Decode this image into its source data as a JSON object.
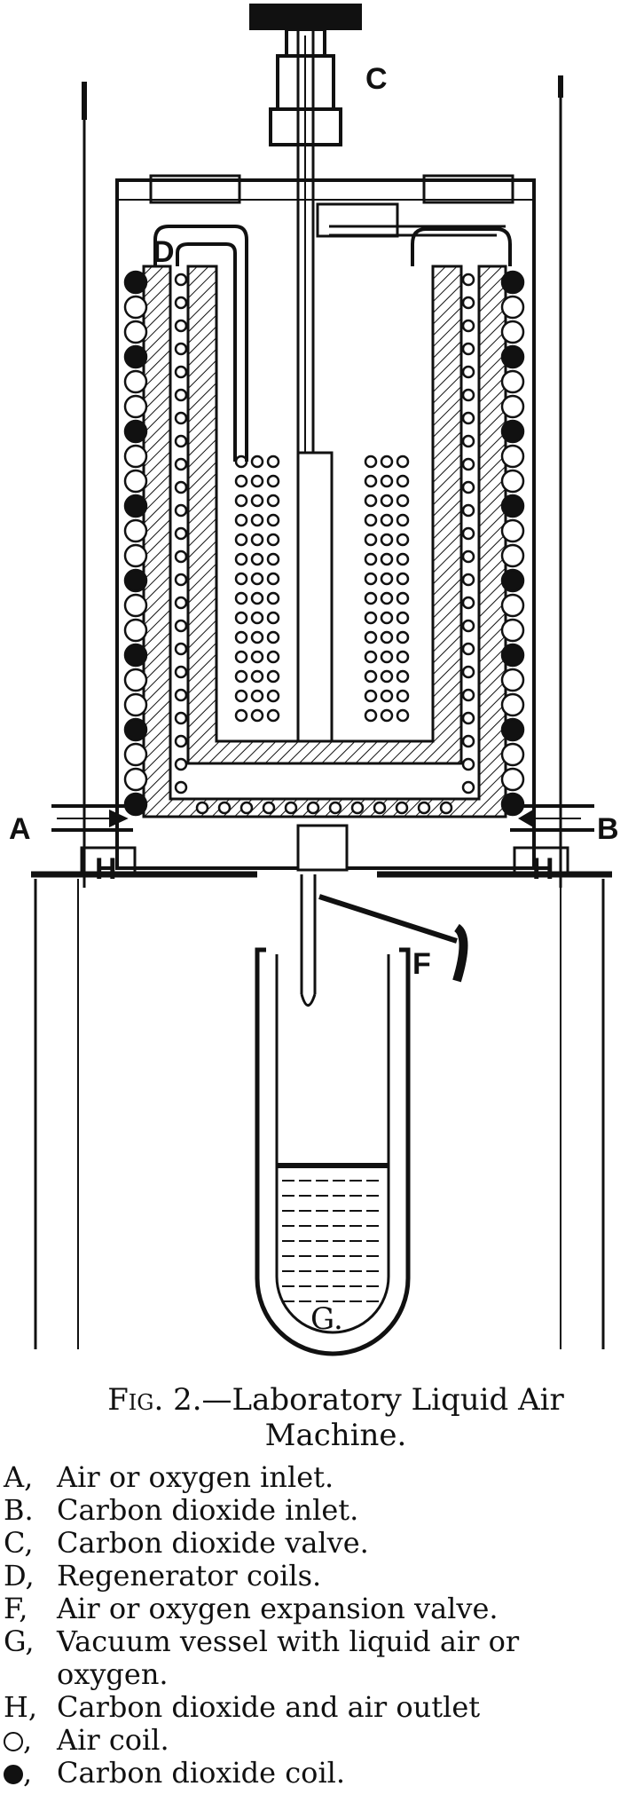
{
  "figure": {
    "labels": {
      "a": "A",
      "b": "B",
      "c": "C",
      "d": "D",
      "f": "F",
      "g": "G.",
      "h_left": "H",
      "h_right": "H"
    },
    "colors": {
      "ink": "#111111",
      "paper": "#ffffff",
      "liquid": "#111111"
    }
  },
  "caption": {
    "prefix": "Fig. 2.",
    "text": "—Laboratory Liquid Air Machine."
  },
  "legend": [
    {
      "key": "A,",
      "text": "Air or oxygen inlet."
    },
    {
      "key": "B.",
      "text": "Carbon dioxide inlet."
    },
    {
      "key": "C,",
      "text": "Carbon dioxide valve."
    },
    {
      "key": "D,",
      "text": "Regenerator coils."
    },
    {
      "key": "F,",
      "text": "Air or oxygen expansion valve."
    },
    {
      "key": "G,",
      "text": "Vacuum vessel with liquid air or oxygen."
    },
    {
      "key": "H,",
      "text": "Carbon dioxide and air outlet"
    },
    {
      "key": "",
      "symbol": "open-circle",
      "text": "Air coil."
    },
    {
      "key": "",
      "symbol": "filled-circle",
      "text": "Carbon dioxide coil."
    }
  ]
}
